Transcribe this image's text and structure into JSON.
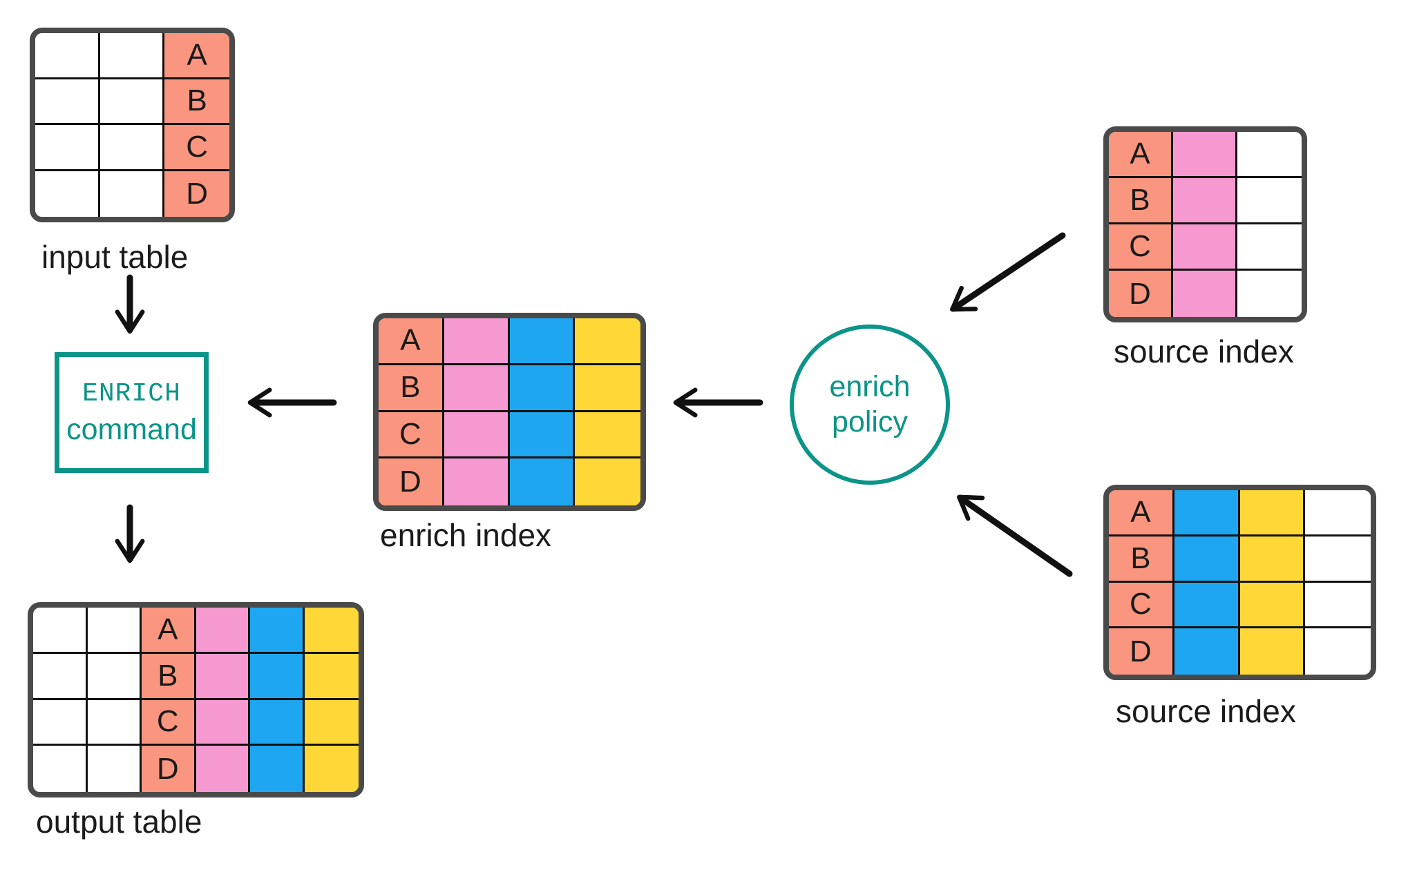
{
  "colors": {
    "salmon": "#FA967F",
    "pink": "#F799D1",
    "blue": "#1EA7F0",
    "yellow": "#FFD737",
    "teal": "#0B9488",
    "dark": "#4A4A4A",
    "line": "#111111"
  },
  "key_letters": [
    "A",
    "B",
    "C",
    "D"
  ],
  "nodes": {
    "input_table": {
      "label": "input table",
      "columns": [
        "blank",
        "blank",
        "key"
      ]
    },
    "enrich_command": {
      "line1": "ENRICH",
      "line2": "command"
    },
    "output_table": {
      "label": "output table",
      "columns": [
        "blank",
        "blank",
        "key",
        "pink",
        "blue",
        "yellow"
      ]
    },
    "enrich_index": {
      "label": "enrich index",
      "columns": [
        "key",
        "pink",
        "blue",
        "yellow"
      ]
    },
    "enrich_policy": {
      "line1": "enrich",
      "line2": "policy"
    },
    "source_index_top": {
      "label": "source index",
      "columns": [
        "key",
        "pink",
        "blank"
      ]
    },
    "source_index_bottom": {
      "label": "source index",
      "columns": [
        "key",
        "blue",
        "yellow",
        "blank"
      ]
    }
  }
}
